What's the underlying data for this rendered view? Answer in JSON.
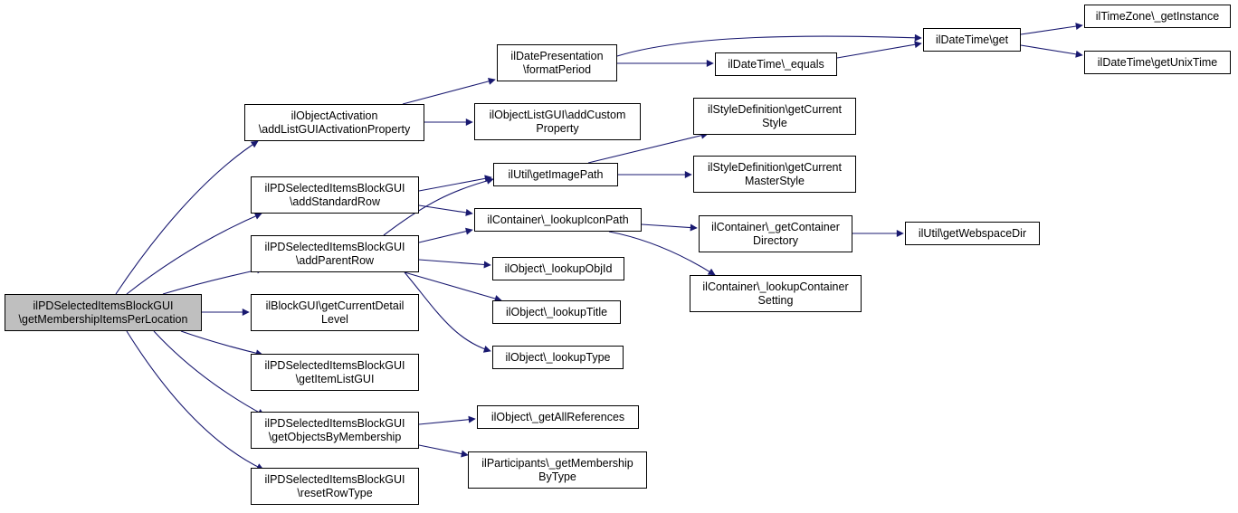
{
  "colors": {
    "edge": "#191970",
    "root_fill": "#bfbfbf",
    "node_fill": "#ffffff",
    "border": "#000000"
  },
  "nodes": {
    "root": [
      "ilPDSelectedItemsBlockGUI",
      "\\getMembershipItemsPerLocation"
    ],
    "activation": [
      "ilObjectActivation",
      "\\addListGUIActivationProperty"
    ],
    "addStandardRow": [
      "ilPDSelectedItemsBlockGUI",
      "\\addStandardRow"
    ],
    "addParentRow": [
      "ilPDSelectedItemsBlockGUI",
      "\\addParentRow"
    ],
    "blockDetail": [
      "ilBlockGUI\\getCurrentDetail",
      "Level"
    ],
    "itemListGUI": [
      "ilPDSelectedItemsBlockGUI",
      "\\getItemListGUI"
    ],
    "objByMembership": [
      "ilPDSelectedItemsBlockGUI",
      "\\getObjectsByMembership"
    ],
    "resetRowType": [
      "ilPDSelectedItemsBlockGUI",
      "\\resetRowType"
    ],
    "formatPeriod": [
      "ilDatePresentation",
      "\\formatPeriod"
    ],
    "addCustomProperty": [
      "ilObjectListGUI\\addCustom",
      "Property"
    ],
    "getImagePath": [
      "ilUtil\\getImagePath"
    ],
    "lookupIconPath": [
      "ilContainer\\_lookupIconPath"
    ],
    "lookupObjId": [
      "ilObject\\_lookupObjId"
    ],
    "lookupTitle": [
      "ilObject\\_lookupTitle"
    ],
    "lookupType": [
      "ilObject\\_lookupType"
    ],
    "getAllReferences": [
      "ilObject\\_getAllReferences"
    ],
    "membershipByType": [
      "ilParticipants\\_getMembership",
      "ByType"
    ],
    "dtEquals": [
      "ilDateTime\\_equals"
    ],
    "styleCurrent": [
      "ilStyleDefinition\\getCurrent",
      "Style"
    ],
    "styleMaster": [
      "ilStyleDefinition\\getCurrent",
      "MasterStyle"
    ],
    "containerDir": [
      "ilContainer\\_getContainer",
      "Directory"
    ],
    "containerSetting": [
      "ilContainer\\_lookupContainer",
      "Setting"
    ],
    "dtGet": [
      "ilDateTime\\get"
    ],
    "webspaceDir": [
      "ilUtil\\getWebspaceDir"
    ],
    "tzInstance": [
      "ilTimeZone\\_getInstance"
    ],
    "unixTime": [
      "ilDateTime\\getUnixTime"
    ]
  }
}
